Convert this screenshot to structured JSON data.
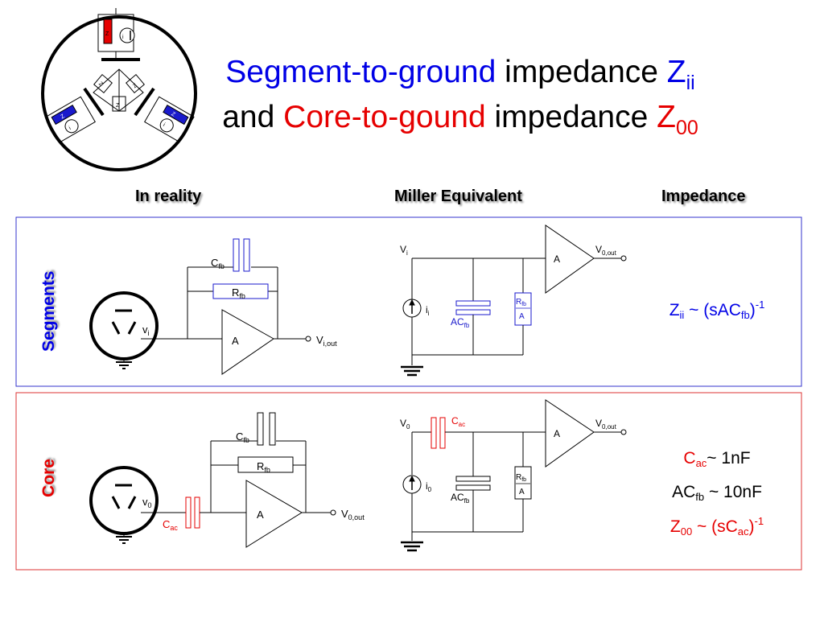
{
  "title": {
    "line1_part1": "Segment-to-ground",
    "line1_part2": "impedance",
    "line1_symbol": "Z",
    "line1_sub": "ii",
    "line2_part1": "and",
    "line2_part2": "Core-to-gound",
    "line2_part3": "impedance",
    "line2_symbol": "Z",
    "line2_sub": "00"
  },
  "columns": {
    "reality": "In reality",
    "miller": "Miller Equivalent",
    "impedance": "Impedance"
  },
  "rows": {
    "segments": "Segments",
    "core": "Core"
  },
  "segments": {
    "cfb_main": "C",
    "cfb_sub": "fb",
    "rfb_main": "R",
    "rfb_sub": "fb",
    "amp": "A",
    "vi_main": "v",
    "vi_sub": "i",
    "viout_main": "V",
    "viout_sub": "i,out",
    "m_vi_main": "V",
    "m_vi_sub": "i",
    "m_vout_main": "V",
    "m_vout_sub": "0,out",
    "m_amp": "A",
    "m_ii_main": "i",
    "m_ii_sub": "i",
    "m_acfb_main": "AC",
    "m_acfb_sub": "fb",
    "m_rfb_main": "R",
    "m_rfb_sub": "fb",
    "m_rfb_den": "A",
    "imp_z": "Z",
    "imp_zsub": "ii",
    "imp_mid": " ~ (sAC",
    "imp_fb": "fb",
    "imp_close": ")",
    "imp_exp": "-1"
  },
  "core": {
    "cfb_main": "C",
    "cfb_sub": "fb",
    "rfb_main": "R",
    "rfb_sub": "fb",
    "amp": "A",
    "v0_main": "v",
    "v0_sub": "0",
    "cac_main": "C",
    "cac_sub": "ac",
    "v0out_main": "V",
    "v0out_sub": "0,out",
    "m_v0_main": "V",
    "m_v0_sub": "0",
    "m_cac_main": "C",
    "m_cac_sub": "ac",
    "m_vout_main": "V",
    "m_vout_sub": "0,out",
    "m_amp": "A",
    "m_i0_main": "i",
    "m_i0_sub": "0",
    "m_acfb_main": "AC",
    "m_acfb_sub": "fb",
    "m_rfb_main": "R",
    "m_rfb_sub": "fb",
    "m_rfb_den": "A",
    "line1_c": "C",
    "line1_csub": "ac",
    "line1_rest": "~ 1nF",
    "line2_ac": "AC",
    "line2_sub": "fb",
    "line2_rest": " ~ 10nF",
    "line3_z": "Z",
    "line3_zsub": "00",
    "line3_mid": " ~ (sC",
    "line3_sub": "ac",
    "line3_close": ")",
    "line3_exp": "-1"
  },
  "detector_icon": {
    "z_top": "Z",
    "i_top": "i",
    "z_right": "Z",
    "i_right": "i",
    "z_left": "Z",
    "i_left": "i",
    "z_center": "Z",
    "z_center_a": "Z",
    "z_center_b": "Z"
  },
  "colors": {
    "blue": "#0000e6",
    "red": "#e60000",
    "segments_frame": "#3333cc",
    "core_frame": "#dd3333",
    "resistor_blue": "#1a1acc"
  }
}
